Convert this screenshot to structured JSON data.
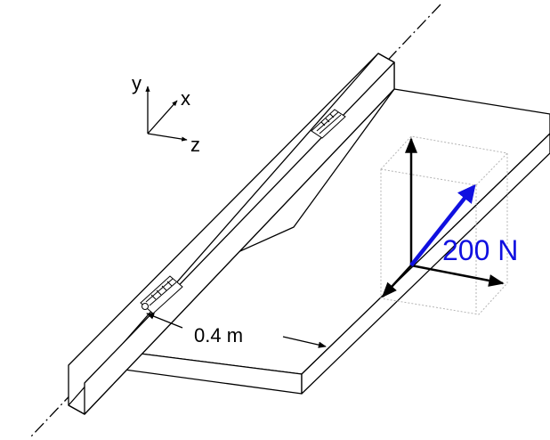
{
  "axes": {
    "y": "y",
    "x": "x",
    "z": "z"
  },
  "dimension": {
    "label": "0.4 m"
  },
  "force": {
    "label": "200 N",
    "color": "#1010e0"
  },
  "colors": {
    "ink": "#000000",
    "guide": "#b4b4b4"
  },
  "elements": [
    "hinge-axis-line",
    "vertical-post",
    "plate",
    "hinge-upper",
    "hinge-lower",
    "force-box",
    "axis-triad"
  ]
}
